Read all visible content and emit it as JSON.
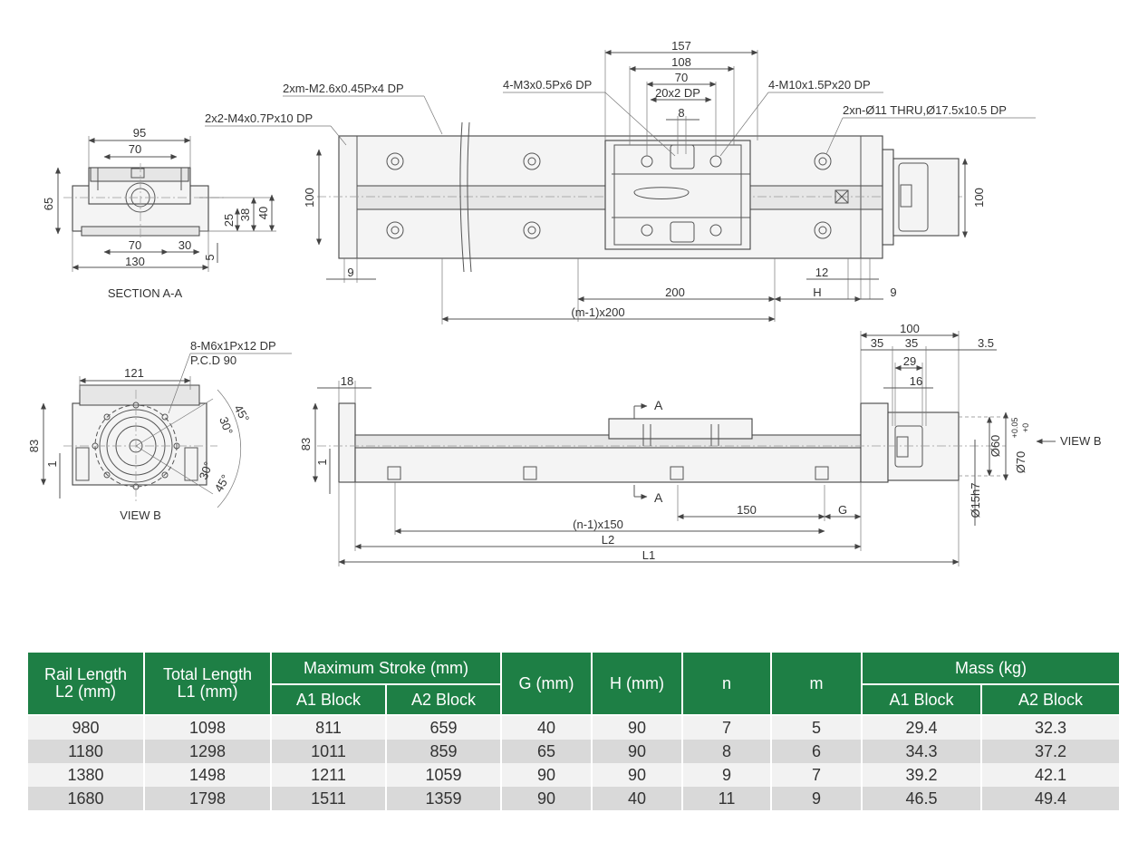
{
  "drawing": {
    "top_section": {
      "dims": [
        "95",
        "70",
        "65",
        "25",
        "38",
        "40",
        "70",
        "30",
        "130",
        "5"
      ],
      "label": "SECTION A-A"
    },
    "top_view": {
      "callouts": [
        "2xm-M2.6x0.45Px4 DP",
        "2x2-M4x0.7Px10 DP",
        "4-M3x0.5Px6 DP",
        "4-M10x1.5Px20 DP",
        "2xn-Ø11 THRU,Ø17.5x10.5 DP"
      ],
      "dims_top": [
        "157",
        "108",
        "70",
        "20x2 DP",
        "8"
      ],
      "dims": [
        "100",
        "100",
        "9",
        "12",
        "200",
        "H",
        "9",
        "(m-1)x200"
      ]
    },
    "view_b": {
      "callouts": [
        "8-M6x1Px12 DP",
        "P.C.D 90"
      ],
      "dims": [
        "121",
        "83",
        "1"
      ],
      "angles": [
        "45°",
        "30°",
        "30°",
        "45°"
      ],
      "label": "VIEW B"
    },
    "side_view": {
      "dims_left": [
        "18",
        "83",
        "1"
      ],
      "section_marks": [
        "A",
        "A"
      ],
      "dims_right": [
        "100",
        "35",
        "35",
        "3.5",
        "29",
        "16"
      ],
      "diameters": [
        "Ø60",
        "Ø70",
        "+0.05",
        "+0",
        "Ø15h7"
      ],
      "view_b_label": "VIEW B",
      "dims_bottom": [
        "150",
        "G",
        "(n-1)x150",
        "L2",
        "L1"
      ]
    }
  },
  "table": {
    "headers": {
      "rail_length_l1": "Rail Length",
      "rail_length_l2": "L2 (mm)",
      "total_length_l1": "Total Length",
      "total_length_l2": "L1 (mm)",
      "max_stroke": "Maximum  Stroke (mm)",
      "a1_block": "A1 Block",
      "a2_block": "A2 Block",
      "g": "G (mm)",
      "h": "H (mm)",
      "n": "n",
      "m": "m",
      "mass": "Mass (kg)",
      "mass_a1": "A1 Block",
      "mass_a2": "A2 Block"
    },
    "rows": [
      [
        "980",
        "1098",
        "811",
        "659",
        "40",
        "90",
        "7",
        "5",
        "29.4",
        "32.3"
      ],
      [
        "1180",
        "1298",
        "1011",
        "859",
        "65",
        "90",
        "8",
        "6",
        "34.3",
        "37.2"
      ],
      [
        "1380",
        "1498",
        "1211",
        "1059",
        "90",
        "90",
        "9",
        "7",
        "39.2",
        "42.1"
      ],
      [
        "1680",
        "1798",
        "1511",
        "1359",
        "90",
        "40",
        "11",
        "9",
        "46.5",
        "49.4"
      ]
    ]
  }
}
